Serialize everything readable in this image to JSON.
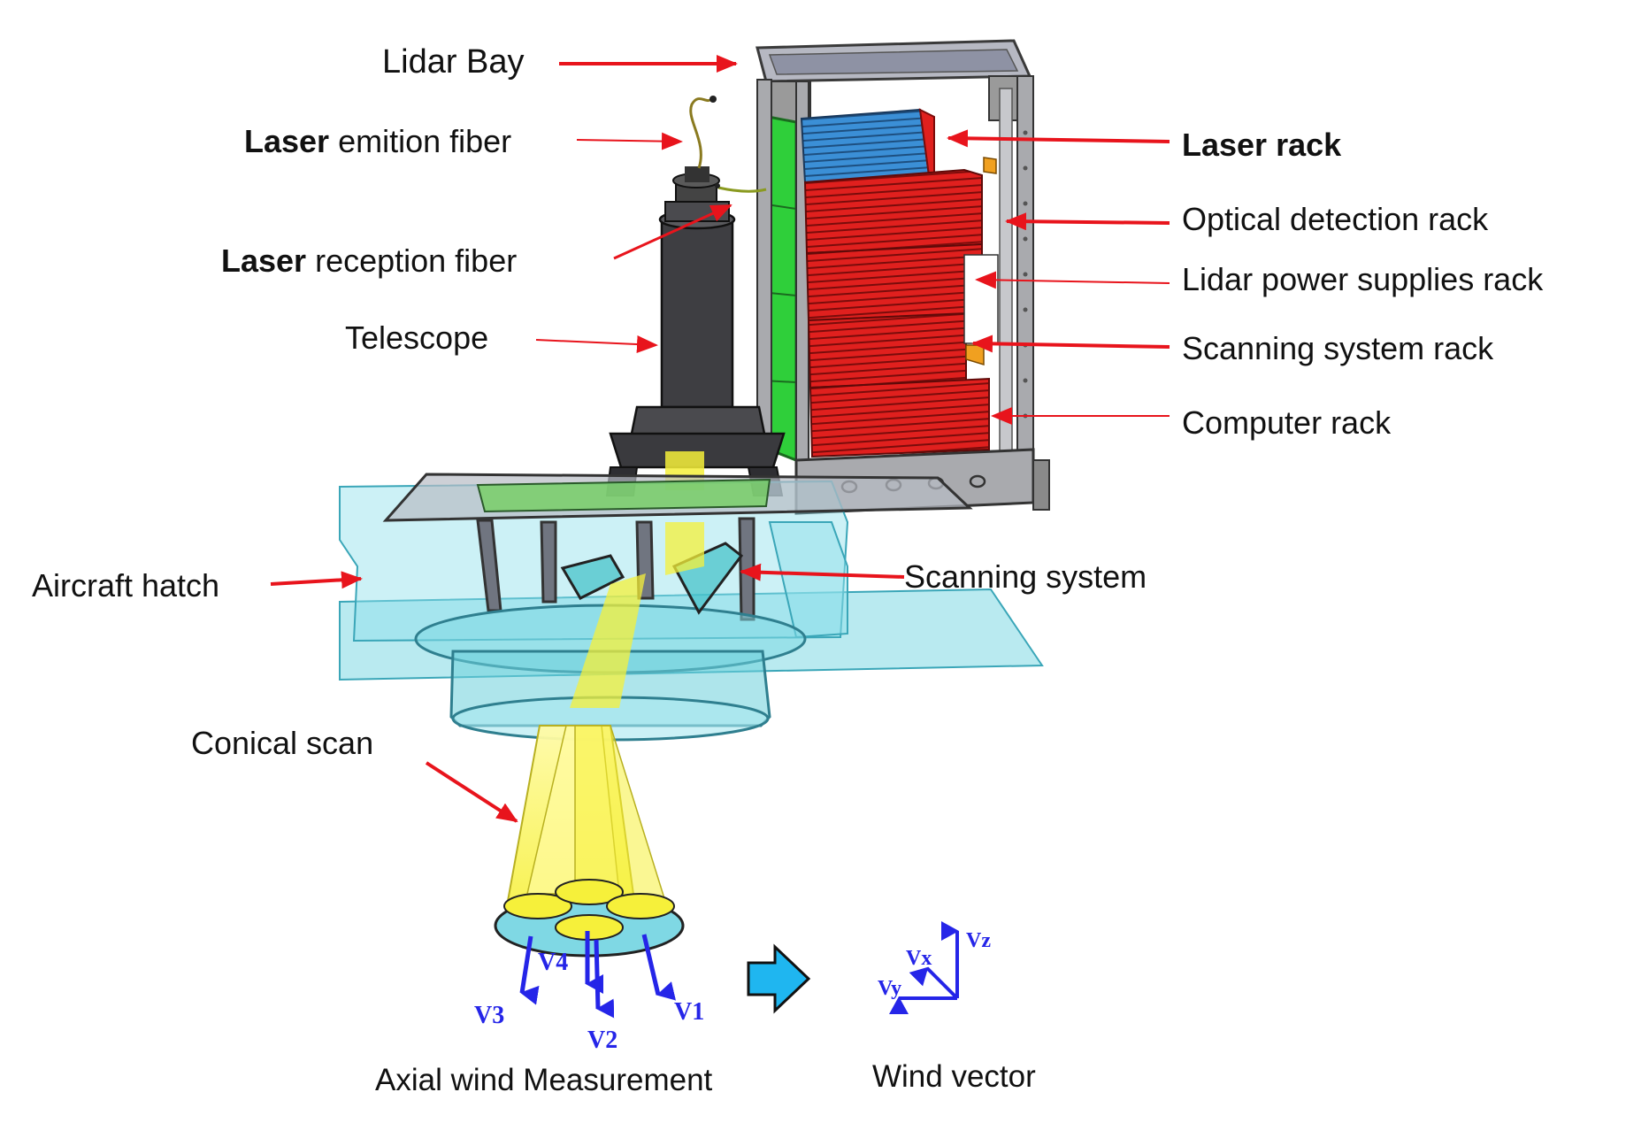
{
  "labels": {
    "lidar_bay": "Lidar Bay",
    "laser_emition_fiber_bold": "Laser",
    "laser_emition_fiber_rest": " emition fiber",
    "laser_reception_fiber_bold": "Laser",
    "laser_reception_fiber_rest": " reception fiber",
    "telescope": "Telescope",
    "laser_rack": "Laser rack",
    "optical_detection_rack": "Optical detection rack",
    "lidar_power_supplies_rack": "Lidar power supplies rack",
    "scanning_system_rack": "Scanning system rack",
    "computer_rack": "Computer rack",
    "aircraft_hatch": "Aircraft hatch",
    "scanning_system": "Scanning system",
    "conical_scan": "Conical scan",
    "axial_wind_measurement": "Axial wind Measurement",
    "wind_vector": "Wind vector"
  },
  "vectors": {
    "v1": "V1",
    "v2": "V2",
    "v3": "V3",
    "v4": "V4",
    "vx": "Vx",
    "vy": "Vy",
    "vz": "Vz"
  },
  "colors": {
    "arrow": "#e8141c",
    "vector": "#2525e8",
    "rack_red": "#e0201e",
    "rack_blue": "#3b8fd6",
    "panel_green": "#2fcf3a",
    "frame_grey": "#a9aaae",
    "hatch_cyan": "#7fd8e4",
    "beam_yellow": "#f6f03a",
    "next_arrow": "#1fb6f0"
  }
}
